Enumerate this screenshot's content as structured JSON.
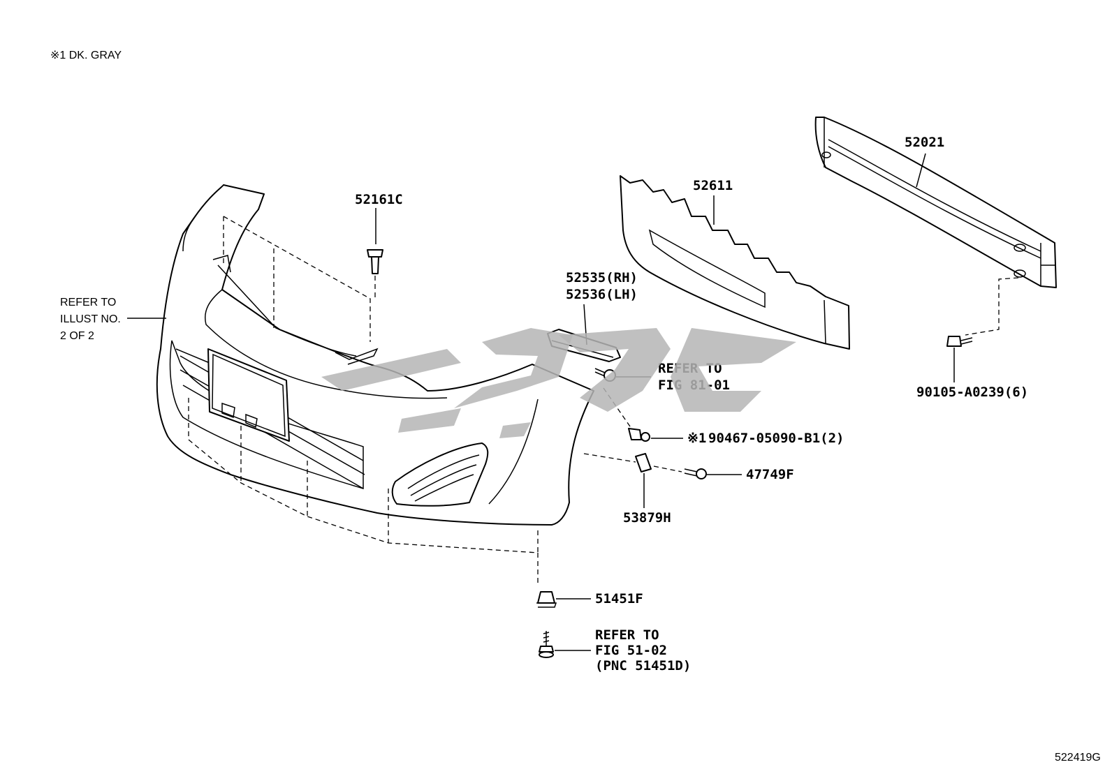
{
  "header": {
    "color_note": "※1 DK. GRAY"
  },
  "footer": {
    "figure_code": "522419G"
  },
  "callouts": {
    "refer_illust": [
      "REFER TO",
      "ILLUST NO.",
      "2 OF 2"
    ],
    "p52161c": "52161C",
    "p52611": "52611",
    "p52021": "52021",
    "p52535": "52535(RH)",
    "p52536": "52536(LH)",
    "refer_fig81": [
      "REFER TO",
      "FIG 81-01"
    ],
    "p90105": "90105-A0239(6)",
    "p90467_mark": "※1",
    "p90467": "90467-05090-B1(2)",
    "p47749f": "47749F",
    "p53879h": "53879H",
    "p51451f": "51451F",
    "refer_fig51": [
      "REFER TO",
      "FIG 51-02",
      "(PNC 51451D)"
    ]
  },
  "colors": {
    "line": "#000000",
    "watermark": "#b5b5b5",
    "background": "#ffffff"
  }
}
